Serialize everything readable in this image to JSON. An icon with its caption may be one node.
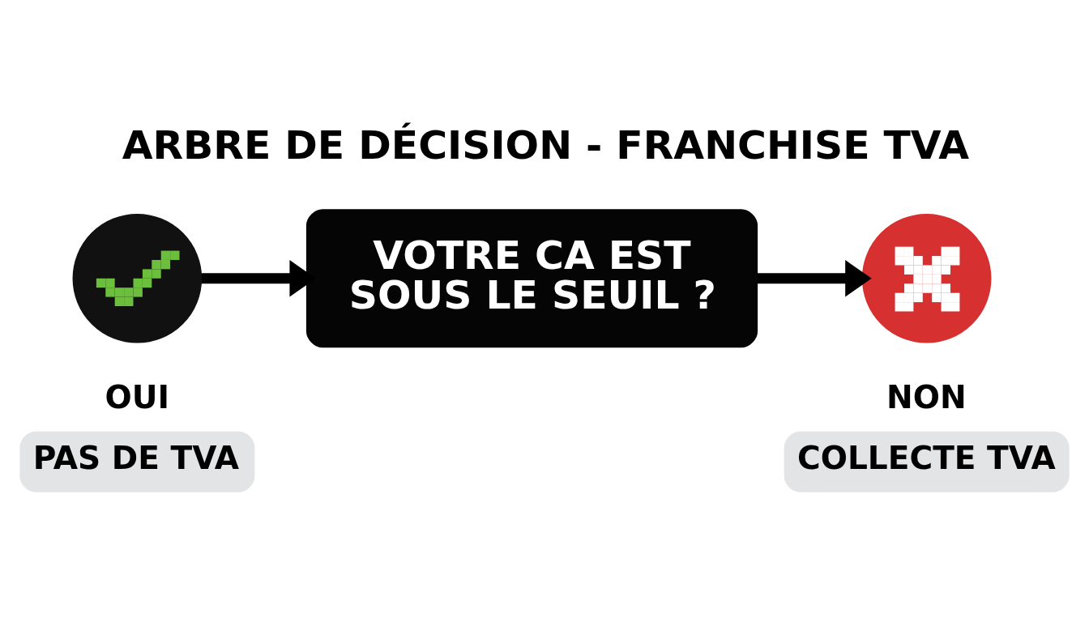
{
  "diagram": {
    "title": "ARBRE DE DÉCISION - FRANCHISE TVA",
    "nodes": [
      {
        "text": [],
        "shape": "circle"
      },
      {
        "text": [
          "VOTRE CA EST SOUS LE SEUIL ?"
        ]
      },
      {
        "text": [],
        "shape": "circle"
      },
      {
        "text": [
          "OUI",
          "PAS DE TVA"
        ]
      },
      {
        "text": [
          "NON",
          "COLLECTE TVA"
        ]
      }
    ],
    "edges": [
      {
        "from": 0,
        "to": 1,
        "arrow": "to"
      },
      {
        "from": 1,
        "to": 2,
        "arrow": "to"
      }
    ]
  }
}
